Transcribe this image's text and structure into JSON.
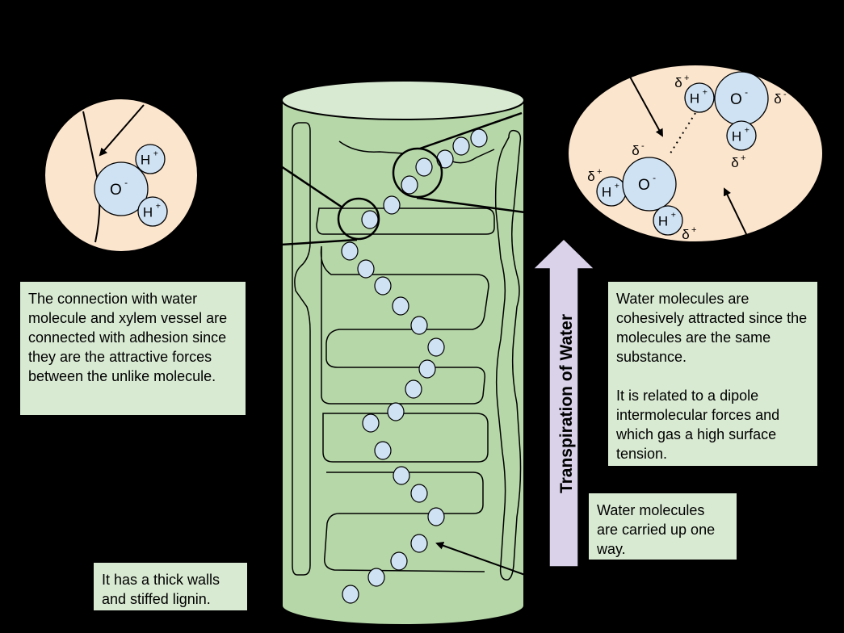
{
  "colors": {
    "background": "#000000",
    "xylem_fill": "#b6d7a8",
    "xylem_top": "#d9ead3",
    "zoom_fill": "#fce5cd",
    "molecule_fill": "#cfe2f3",
    "note_fill": "#d9ead3",
    "arrow_fill": "#d9d2e9"
  },
  "icons": {
    "water_molecule": "water-molecule-icon",
    "transpiration_arrow": "up-arrow-icon",
    "pointer_arrow": "arrow-icon"
  },
  "labels": {
    "oxygen": "O",
    "hydrogen": "H",
    "plus": "+",
    "minus": "-",
    "delta": "δ"
  },
  "transpiration_label": "Transpiration of Water",
  "notes": {
    "adhesion": "The connection with water molecule and xylem vessel are connected with adhesion since they are the attractive forces between the unlike molecule.",
    "cohesion_1": "Water molecules are cohesively attracted since the molecules are the same substance.",
    "cohesion_2": "It is related to a dipole intermolecular forces and which gas a high surface tension.",
    "one_way": "Water molecules are carried up one way.",
    "walls": "It has a thick walls and stiffed lignin."
  }
}
